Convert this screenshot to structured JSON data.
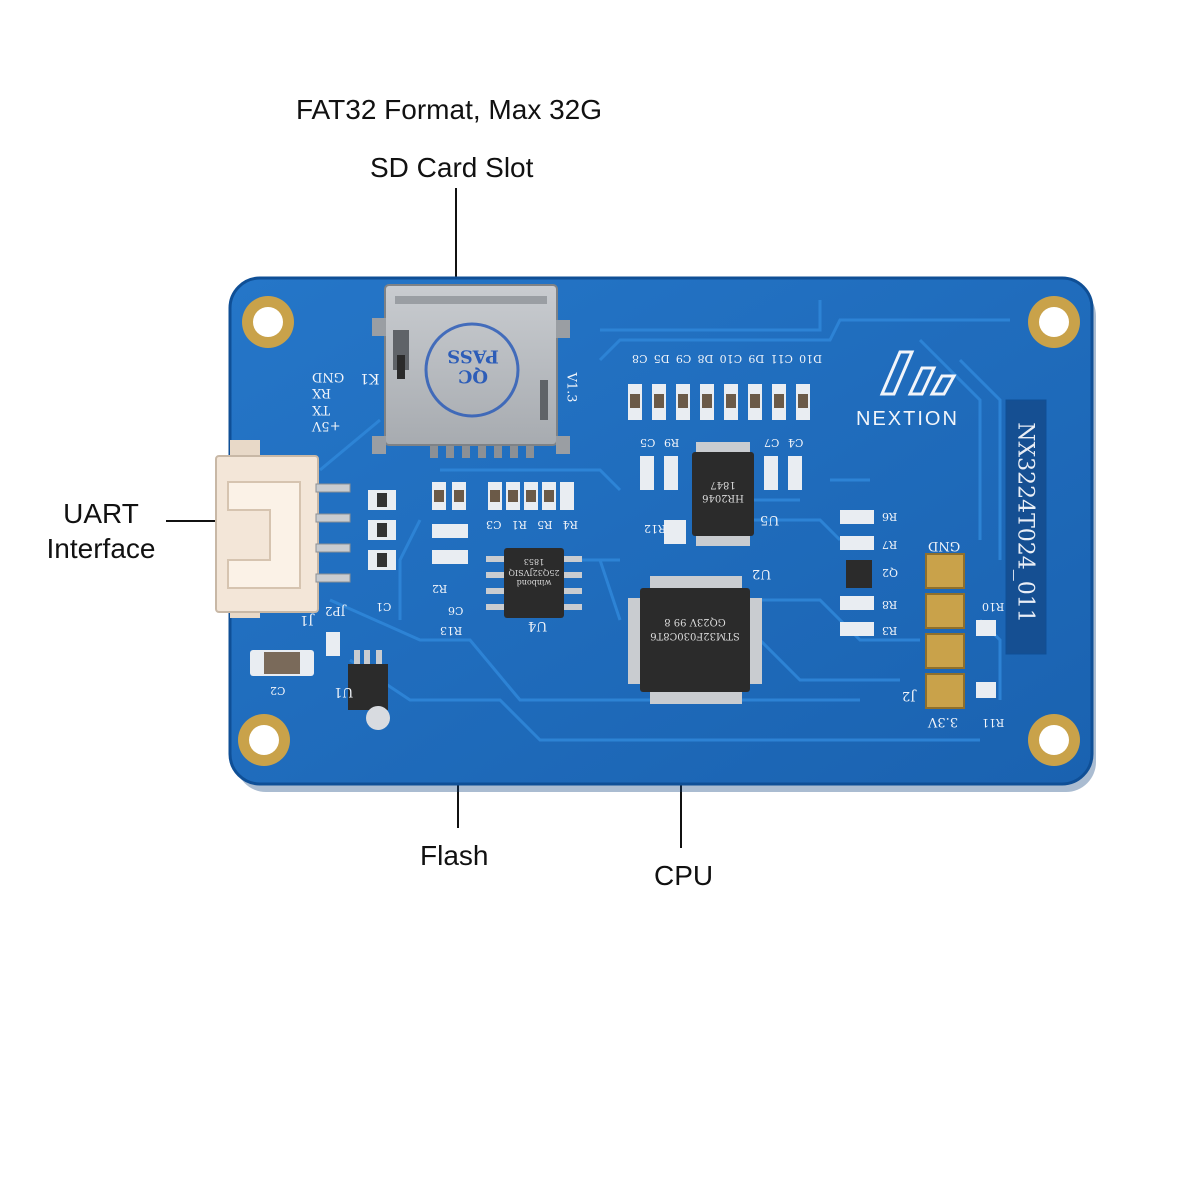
{
  "callouts": {
    "sd_format": "FAT32 Format, Max 32G",
    "sd_slot": "SD Card Slot",
    "uart_line1": "UART",
    "uart_line2": "Interface",
    "flash": "Flash",
    "cpu": "CPU"
  },
  "board": {
    "brand": "NEXTION",
    "model": "NX3224T024_011",
    "pin_labels": [
      "+5V",
      "TX",
      "RX",
      "GND"
    ],
    "connector_ref": "J1",
    "jumper_ref": "JP2",
    "sd_ref": "K1",
    "qc_stamp_line1": "QC",
    "qc_stamp_line2": "PASS",
    "flash_ref": "U4",
    "flash_brand": "winbond",
    "flash_part": "25Q32JVSIQ",
    "flash_date": "1853",
    "cpu_ref": "U2",
    "cpu_part": "STM32F030C8T6",
    "cpu_code": "GQ23V 99 8",
    "touch_ref": "U5",
    "touch_part": "HR2046",
    "touch_date": "1847",
    "regulator_ref": "U1",
    "j2_ref": "J2",
    "label_gnd": "GND",
    "label_33v": "3.3V",
    "version": "V1.3",
    "component_refs_top": [
      "D10",
      "C11",
      "D9",
      "C10",
      "D8",
      "C9",
      "D5",
      "C8"
    ],
    "component_refs_mid": [
      "R4",
      "R5",
      "R1",
      "C3"
    ],
    "component_refs_misc": [
      "C5",
      "R9",
      "C7",
      "C4",
      "R12",
      "R6",
      "R7",
      "Q2",
      "R8",
      "R3",
      "R10",
      "R11",
      "R2",
      "C6",
      "R13",
      "C1",
      "C2"
    ]
  },
  "colors": {
    "pcb": "#1d6bbd",
    "pcb_edge": "#0f4f96",
    "trace": "#2a7fd0",
    "copper": "#c9a24a",
    "silkscreen": "#f2f5fa",
    "connector": "#f3e6d8",
    "chip": "#2b2b2b",
    "sd_metal": "#b9bcc0"
  }
}
